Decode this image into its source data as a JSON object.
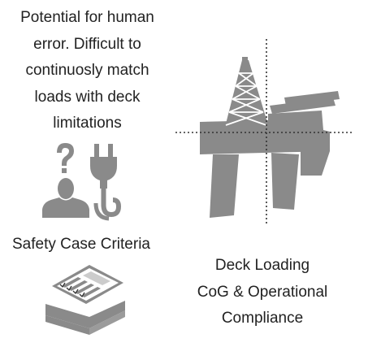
{
  "human_error": {
    "lines": [
      "Potential for human",
      "error. Difficult to",
      "continuosly match",
      "loads with deck",
      "limitations"
    ],
    "icons": [
      "question-person-icon",
      "plug-hook-icon"
    ]
  },
  "safety_case": {
    "label": "Safety Case Criteria",
    "icon": "checklist-book-icon"
  },
  "deck_loading": {
    "lines": [
      "Deck Loading",
      "CoG & Operational",
      "Compliance"
    ],
    "icon": "oil-rig-icon"
  },
  "colors": {
    "icon_gray": "#8a8a8a",
    "text": "#222222",
    "guide_line": "#333333"
  }
}
